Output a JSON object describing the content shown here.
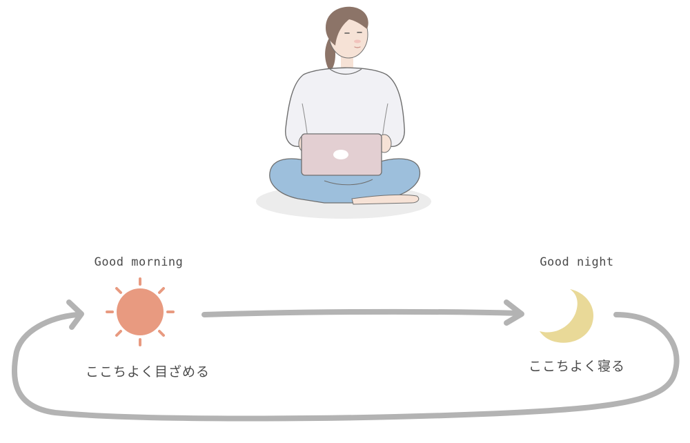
{
  "morning": {
    "heading": "Good morning",
    "caption": "ここちよく目ざめる"
  },
  "night": {
    "heading": "Good night",
    "caption": "ここちよく寝る"
  },
  "colors": {
    "sun": "#e89a80",
    "moon": "#e9d998",
    "arrow": "#b3b3b3",
    "shirt": "#f1f1f5",
    "pants": "#9dbfdc",
    "laptop": "#e3cfd2",
    "hair": "#8c7468",
    "shadow": "#ececec",
    "text": "#4a4a4a"
  },
  "icons": {
    "sun": "sun-icon",
    "moon": "crescent-moon-icon",
    "person": "person-with-laptop-illustration"
  }
}
